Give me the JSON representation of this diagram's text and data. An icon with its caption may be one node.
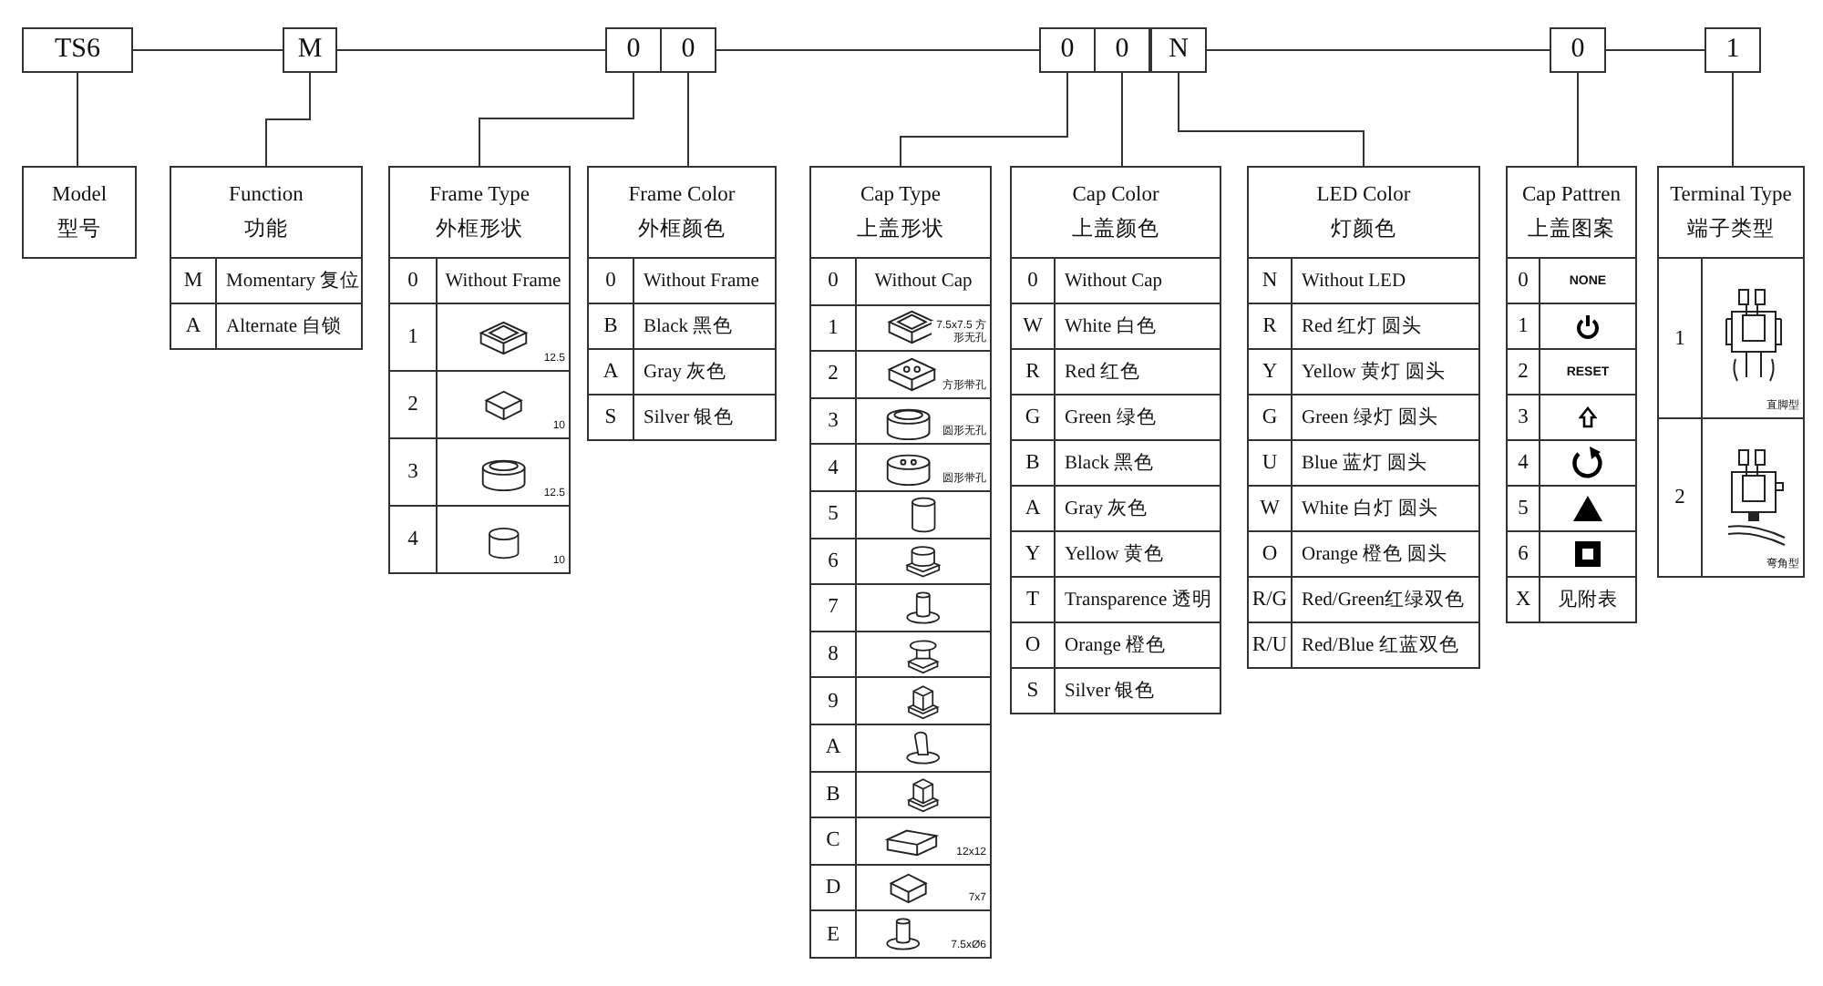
{
  "diagram": {
    "nodes": [
      {
        "text": [
          "TS6"
        ]
      },
      {
        "text": [
          "M"
        ]
      },
      {
        "text": [
          "0"
        ]
      },
      {
        "text": [
          "0"
        ]
      },
      {
        "text": [
          "0"
        ]
      },
      {
        "text": [
          "0"
        ]
      },
      {
        "text": [
          "N"
        ]
      },
      {
        "text": [
          "0"
        ]
      },
      {
        "text": [
          "1"
        ]
      },
      {
        "text": [
          "Model",
          "型号"
        ]
      },
      {
        "text": [
          "Function",
          "功能",
          "M",
          "Momentary 复位",
          "A",
          "Alternate 自锁"
        ]
      },
      {
        "text": [
          "Frame Type",
          "外框形状",
          "0",
          "Without Frame",
          "1",
          "12.5",
          "2",
          "10",
          "3",
          "12.5",
          "4",
          "10"
        ]
      },
      {
        "text": [
          "Frame Color",
          "外框颜色",
          "0",
          "Without Frame",
          "B",
          "Black 黑色",
          "A",
          "Gray 灰色",
          "S",
          "Silver 银色"
        ]
      },
      {
        "text": [
          "Cap Type",
          "上盖形状",
          "0",
          "Without Cap",
          "1",
          "7.5x7.5 方形无孔",
          "2",
          "方形带孔",
          "3",
          "圆形无孔",
          "4",
          "圆形带孔",
          "5",
          "6",
          "7",
          "8",
          "9",
          "A",
          "B",
          "C",
          "12x12",
          "D",
          "7x7",
          "E",
          "7.5xØ6"
        ]
      },
      {
        "text": [
          "Cap Color",
          "上盖颜色",
          "0",
          "Without Cap",
          "W",
          "White 白色",
          "R",
          "Red 红色",
          "G",
          "Green 绿色",
          "B",
          "Black 黑色",
          "A",
          "Gray 灰色",
          "Y",
          "Yellow 黄色",
          "T",
          "Transparence 透明",
          "O",
          "Orange 橙色",
          "S",
          "Silver 银色"
        ]
      },
      {
        "text": [
          "LED Color",
          "灯颜色",
          "N",
          "Without LED",
          "R",
          "Red 红灯 圆头",
          "Y",
          "Yellow 黄灯 圆头",
          "G",
          "Green 绿灯 圆头",
          "U",
          "Blue 蓝灯 圆头",
          "W",
          "White 白灯 圆头",
          "O",
          "Orange 橙色 圆头",
          "R/G",
          "Red/Green红绿双色",
          "R/U",
          "Red/Blue 红蓝双色"
        ]
      },
      {
        "text": [
          "Cap Pattren",
          "上盖图案",
          "0",
          "NONE",
          "1",
          "2",
          "RESET",
          "3",
          "4",
          "5",
          "6",
          "X",
          "见附表"
        ]
      },
      {
        "text": [
          "Terminal Type",
          "端子类型",
          "1",
          "直脚型",
          "2",
          "弯角型"
        ]
      }
    ],
    "edges": [
      {
        "from": 0,
        "to": 1,
        "arrow": "none"
      },
      {
        "from": 1,
        "to": 2,
        "arrow": "none"
      },
      {
        "from": 3,
        "to": 4,
        "arrow": "none"
      },
      {
        "from": 6,
        "to": 7,
        "arrow": "none"
      },
      {
        "from": 7,
        "to": 8,
        "arrow": "none"
      },
      {
        "from": 0,
        "to": 9,
        "arrow": "none"
      },
      {
        "from": 1,
        "to": 10,
        "arrow": "none"
      },
      {
        "from": 2,
        "to": 11,
        "arrow": "none"
      },
      {
        "from": 3,
        "to": 12,
        "arrow": "none"
      },
      {
        "from": 4,
        "to": 13,
        "arrow": "none"
      },
      {
        "from": 5,
        "to": 14,
        "arrow": "none"
      },
      {
        "from": 6,
        "to": 15,
        "arrow": "none"
      },
      {
        "from": 7,
        "to": 16,
        "arrow": "none"
      },
      {
        "from": 8,
        "to": 17,
        "arrow": "none"
      }
    ]
  }
}
